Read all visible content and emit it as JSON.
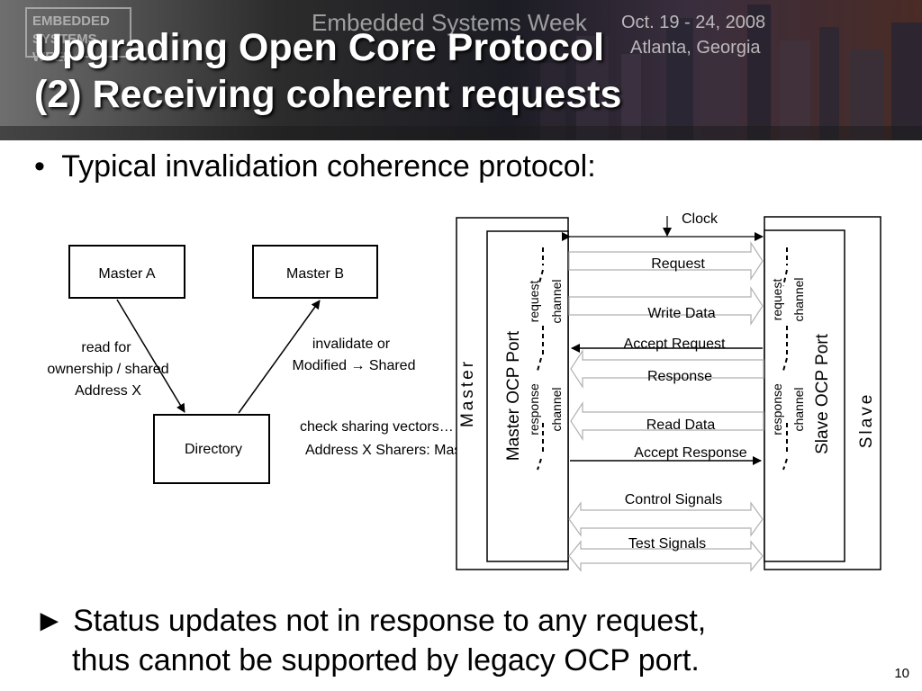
{
  "banner": {
    "logo_text": "EMBEDDED SYSTEMS WEEK",
    "event_name": "Embedded Systems Week",
    "event_dates": "Oct. 19 - 24, 2008",
    "event_place": "Atlanta, Georgia"
  },
  "slide": {
    "title_line1": "Upgrading Open Core Protocol",
    "title_line2": "(2) Receiving coherent requests",
    "bullet": "Typical invalidation coherence protocol:",
    "bottom_line1": "► Status updates not in response to any request,",
    "bottom_line2": "thus cannot be supported by legacy OCP port.",
    "page_number": "10"
  },
  "diagram": {
    "master_a": "Master A",
    "master_b": "Master B",
    "directory": "Directory",
    "read_label": [
      "read for",
      "ownership / shared",
      "Address X"
    ],
    "invalidate_label": [
      "invalidate or",
      "Modified → Shared"
    ],
    "check_label": "check sharing vectors…",
    "sharers_label": "Address X Sharers: Master B"
  },
  "ocp": {
    "master_outer": "Master",
    "master_port": "Master OCP Port",
    "slave_outer": "Slave",
    "slave_port": "Slave OCP Port",
    "clock": "Clock",
    "request_channel": [
      "request",
      "channel"
    ],
    "response_channel": [
      "response",
      "channel"
    ],
    "signals": {
      "request": "Request",
      "write_data": "Write Data",
      "accept_request": "Accept Request",
      "response": "Response",
      "read_data": "Read Data",
      "accept_response": "Accept Response",
      "control": "Control Signals",
      "test": "Test Signals"
    }
  },
  "colors": {
    "title_text": "#ffffff",
    "arrow_fill": "#ffffff",
    "arrow_stroke": "#b0b0b0",
    "line": "#000000"
  }
}
